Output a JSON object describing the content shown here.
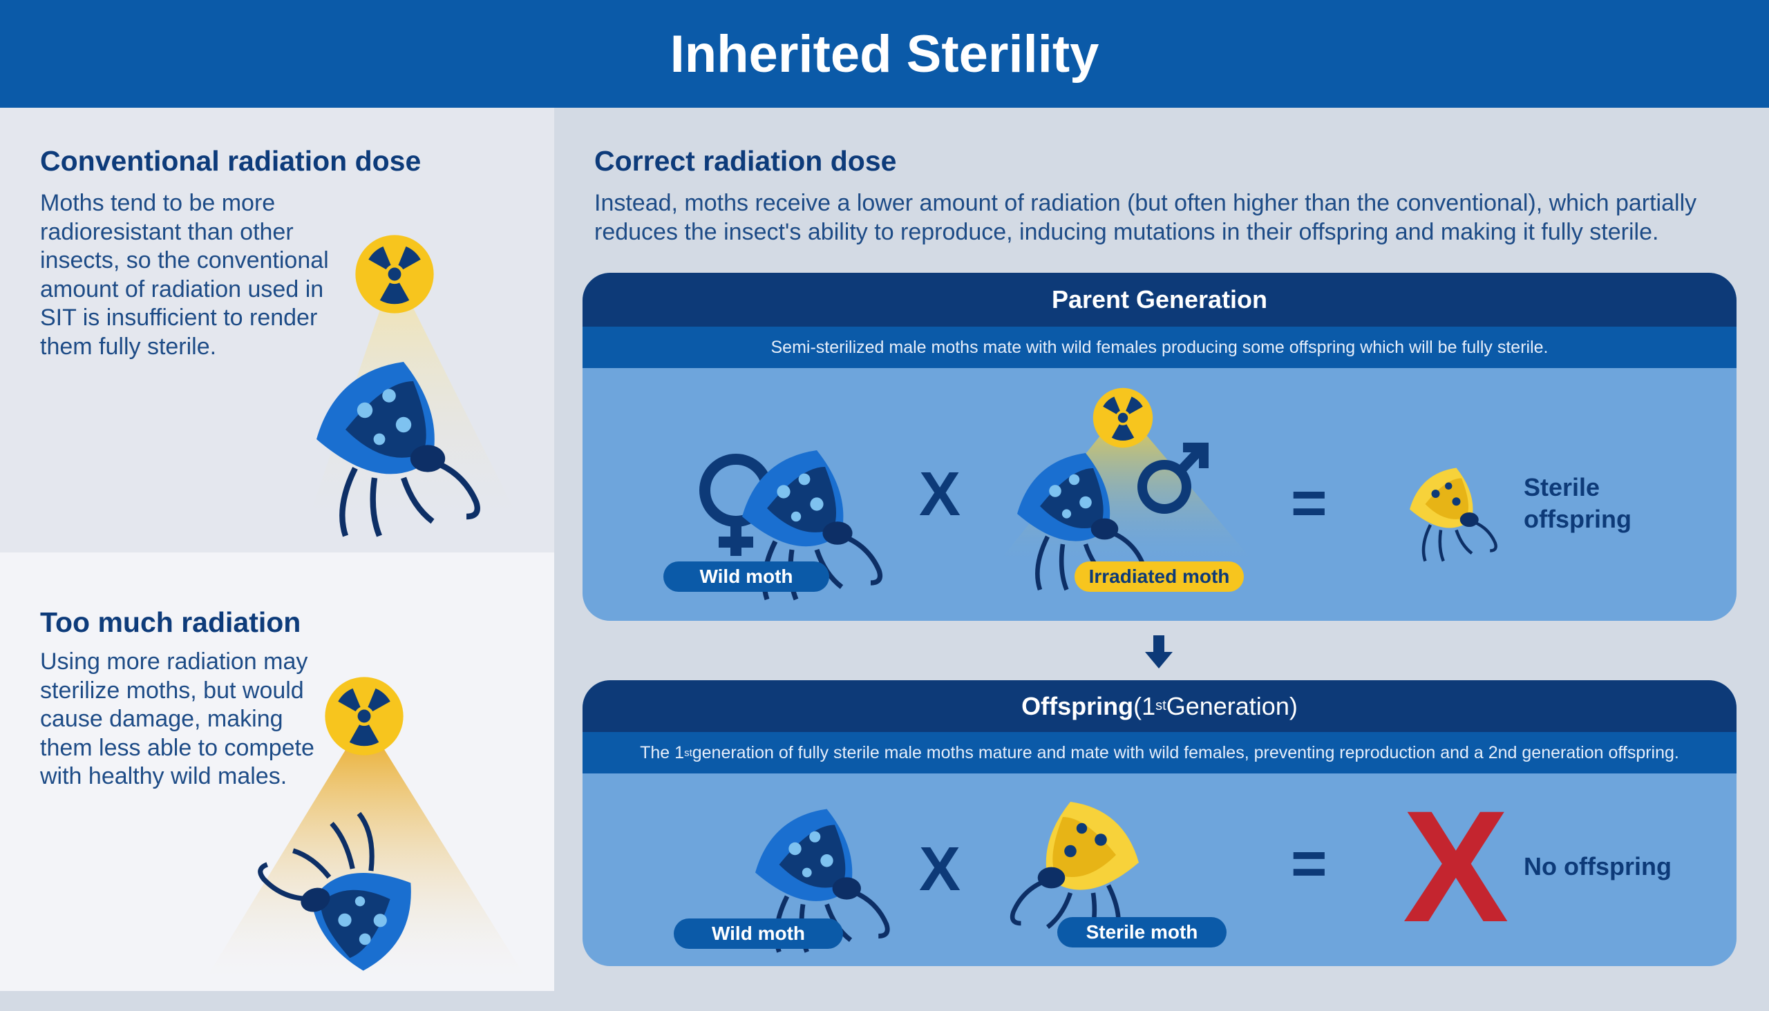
{
  "title": "Inherited Sterility",
  "conventional": {
    "heading": "Conventional radiation dose",
    "text": "Moths tend to be more radioresistant than other insects, so the conventional amount of radiation used in SIT is insufficient to render them fully sterile."
  },
  "too_much": {
    "heading": "Too much radiation",
    "text": "Using more radiation may sterilize moths, but would cause damage, making them less able to compete with healthy wild males."
  },
  "correct": {
    "heading": "Correct radiation dose",
    "text": "Instead, moths receive a lower amount of radiation (but often higher than the conventional), which partially reduces the insect's ability to reproduce, inducing mutations in their offspring and making it fully sterile."
  },
  "parent": {
    "title": "Parent Generation",
    "subtitle": "Semi-sterilized male moths mate with wild females producing some offspring which will be fully sterile.",
    "left_label": "Wild moth",
    "operator": "X",
    "right_label": "Irradiated moth",
    "equals": "=",
    "result_line1": "Sterile",
    "result_line2": "offspring"
  },
  "offspring": {
    "title_bold": "Offspring",
    "title_open": " (1",
    "title_sup": "st",
    "title_rest": " Generation)",
    "subtitle_pre": "The 1",
    "subtitle_sup": "st",
    "subtitle_post": " generation of fully sterile male moths mature and mate with wild females, preventing reproduction and a 2nd generation offspring.",
    "left_label": "Wild moth",
    "operator": "X",
    "right_label": "Sterile moth",
    "equals": "=",
    "no_symbol": "X",
    "result": "No offspring"
  },
  "colors": {
    "header": "#0b5aa8",
    "dark": "#0d3a78",
    "panel": "#6ea5dc",
    "yellow": "#f7c51e",
    "red": "#c4252f"
  }
}
